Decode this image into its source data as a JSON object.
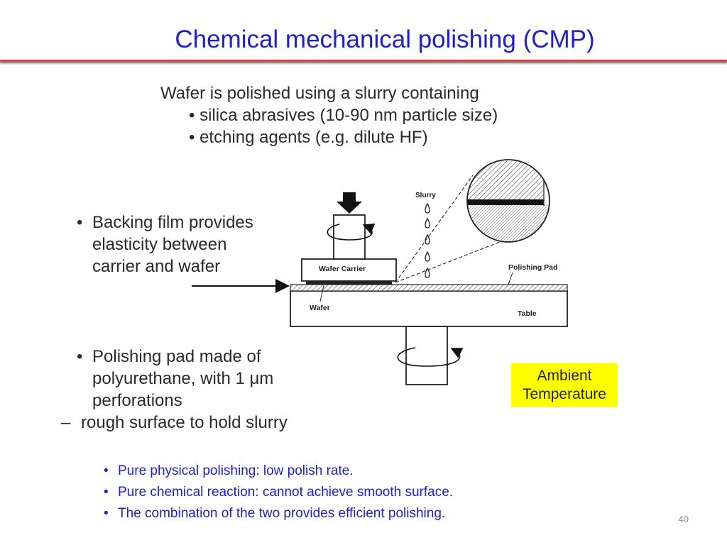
{
  "slide": {
    "title": "Chemical mechanical polishing (CMP)",
    "page_number": "40"
  },
  "figure": {
    "intro": {
      "line": "Wafer is polished using a slurry containing",
      "bullets": [
        "• silica abrasives (10-90 nm particle size)",
        "• etching agents (e.g. dilute HF)"
      ]
    },
    "left_notes": {
      "backing_film": [
        "Backing film provides",
        "elasticity between",
        "carrier and wafer"
      ],
      "polishing_pad": [
        "Polishing pad made of",
        "polyurethane, with 1 μm",
        "perforations"
      ],
      "sub_note": "rough surface to hold slurry",
      "bullet_char": "•",
      "dash_char": "–"
    },
    "diagram_labels": {
      "slurry": "Slurry",
      "wafer_carrier": "Wafer Carrier",
      "polishing_pad": "Polishing Pad",
      "wafer": "Wafer",
      "table": "Table"
    },
    "ambient": [
      "Ambient",
      "Temperature"
    ]
  },
  "bottom_bullets": [
    "Pure physical polishing: low polish rate.",
    "Pure chemical reaction: cannot achieve smooth surface.",
    "The combination of the two provides efficient polishing."
  ],
  "colors": {
    "title": "#2020c8",
    "title_rule": "#c0504d",
    "ambient_highlight": "#ffff00"
  }
}
